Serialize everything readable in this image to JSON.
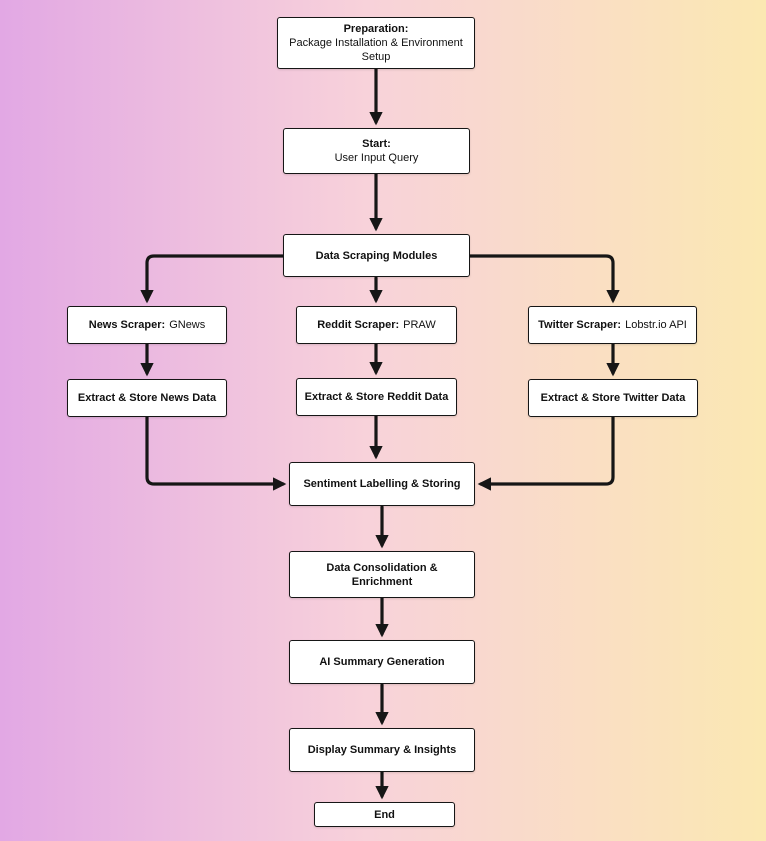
{
  "colors": {
    "background_left": "#e2a8e4",
    "background_mid": "#f8d2da",
    "background_right": "#fbe8b2",
    "node_background": "#ffffff",
    "node_border": "#161616",
    "arrow": "#161616"
  },
  "nodes": {
    "preparation": {
      "title": "Preparation:",
      "subtitle": "Package Installation & Environment Setup"
    },
    "start": {
      "title": "Start:",
      "subtitle": "User Input Query"
    },
    "scraping": {
      "title": "Data Scraping Modules"
    },
    "news_scraper": {
      "title": "News Scraper:",
      "subtitle": "GNews"
    },
    "reddit_scraper": {
      "title": "Reddit Scraper:",
      "subtitle": "PRAW"
    },
    "twitter_scraper": {
      "title": "Twitter Scraper:",
      "subtitle": "Lobstr.io API"
    },
    "news_extract": {
      "title": "Extract & Store News Data"
    },
    "reddit_extract": {
      "title": "Extract & Store Reddit Data"
    },
    "twitter_extract": {
      "title": "Extract & Store Twitter Data"
    },
    "sentiment": {
      "title": "Sentiment Labelling & Storing"
    },
    "consolidation": {
      "title": "Data Consolidation & Enrichment"
    },
    "ai_summary": {
      "title": "AI Summary Generation"
    },
    "display": {
      "title": "Display Summary & Insights"
    },
    "end": {
      "title": "End"
    }
  },
  "edges": [
    {
      "from": "preparation",
      "to": "start"
    },
    {
      "from": "start",
      "to": "scraping"
    },
    {
      "from": "scraping",
      "to": "news_scraper"
    },
    {
      "from": "scraping",
      "to": "reddit_scraper"
    },
    {
      "from": "scraping",
      "to": "twitter_scraper"
    },
    {
      "from": "news_scraper",
      "to": "news_extract"
    },
    {
      "from": "reddit_scraper",
      "to": "reddit_extract"
    },
    {
      "from": "twitter_scraper",
      "to": "twitter_extract"
    },
    {
      "from": "news_extract",
      "to": "sentiment"
    },
    {
      "from": "reddit_extract",
      "to": "sentiment"
    },
    {
      "from": "twitter_extract",
      "to": "sentiment"
    },
    {
      "from": "sentiment",
      "to": "consolidation"
    },
    {
      "from": "consolidation",
      "to": "ai_summary"
    },
    {
      "from": "ai_summary",
      "to": "display"
    },
    {
      "from": "display",
      "to": "end"
    }
  ]
}
